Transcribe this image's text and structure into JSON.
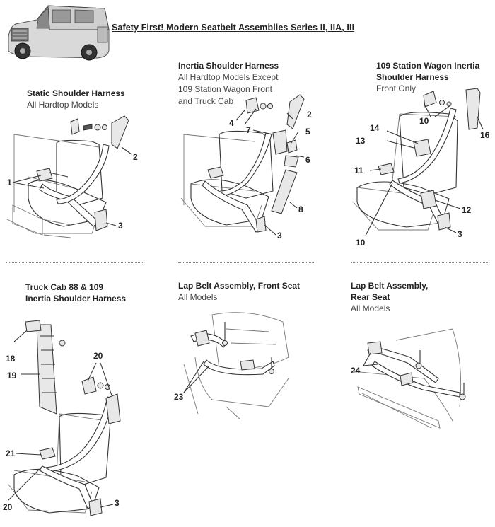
{
  "header": {
    "title": "Safety First! Modern Seatbelt Assemblies Series II, IIA, III"
  },
  "sections": {
    "static": {
      "title": "Static Shoulder Harness",
      "subtitle": "All Hardtop Models"
    },
    "inertia": {
      "title": "Inertia Shoulder Harness",
      "subtitle_lines": [
        "All Hardtop Models Except",
        "109 Station Wagon Front",
        "and Truck Cab"
      ]
    },
    "wagon": {
      "title_lines": [
        "109 Station Wagon Inertia",
        "Shoulder Harness"
      ],
      "subtitle": "Front Only"
    },
    "truckcab": {
      "title_lines": [
        "Truck Cab 88 & 109",
        "Inertia Shoulder Harness"
      ]
    },
    "lap_front": {
      "title": "Lap Belt Assembly, Front Seat",
      "subtitle": "All Models"
    },
    "lap_rear": {
      "title_lines": [
        "Lap Belt Assembly,",
        "Rear Seat"
      ],
      "subtitle": "All Models"
    }
  },
  "callouts": {
    "static": [
      "1",
      "2",
      "3"
    ],
    "inertia": [
      "4",
      "7",
      "2",
      "5",
      "6",
      "8",
      "3"
    ],
    "wagon": [
      "10",
      "16",
      "14",
      "13",
      "11",
      "12",
      "10",
      "3"
    ],
    "truckcab": [
      "18",
      "19",
      "20",
      "21",
      "20",
      "3"
    ],
    "lap_front": [
      "23"
    ],
    "lap_rear": [
      "24"
    ]
  },
  "icons": {
    "header_vehicle": "land-rover-truck-illustration"
  }
}
